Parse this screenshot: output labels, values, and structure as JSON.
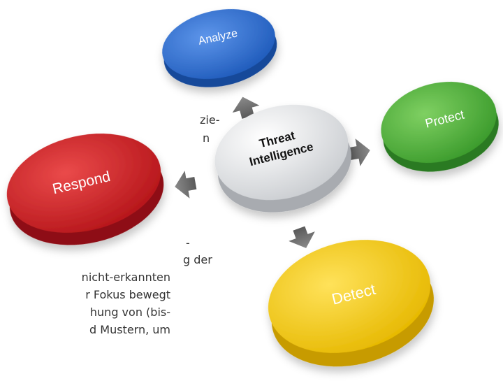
{
  "background_text": {
    "fragment_1": "zie-",
    "fragment_2": "n",
    "fragment_3": "-",
    "line_4": "g der",
    "line_5": "nicht-erkannten",
    "line_6": "r Fokus bewegt",
    "line_7": "hung von (bis-",
    "line_8": "d Mustern, um"
  },
  "diagram": {
    "center": {
      "label_line1": "Threat",
      "label_line2": "Intelligence",
      "color": "#d9dcdf"
    },
    "nodes": [
      {
        "id": "analyze",
        "label": "Analyze",
        "color": "#2f6fd1"
      },
      {
        "id": "protect",
        "label": "Protect",
        "color": "#4fb23d"
      },
      {
        "id": "detect",
        "label": "Detect",
        "color": "#f0c80c"
      },
      {
        "id": "respond",
        "label": "Respond",
        "color": "#d01e23"
      }
    ],
    "arrow_color": "#6e6e6e"
  }
}
